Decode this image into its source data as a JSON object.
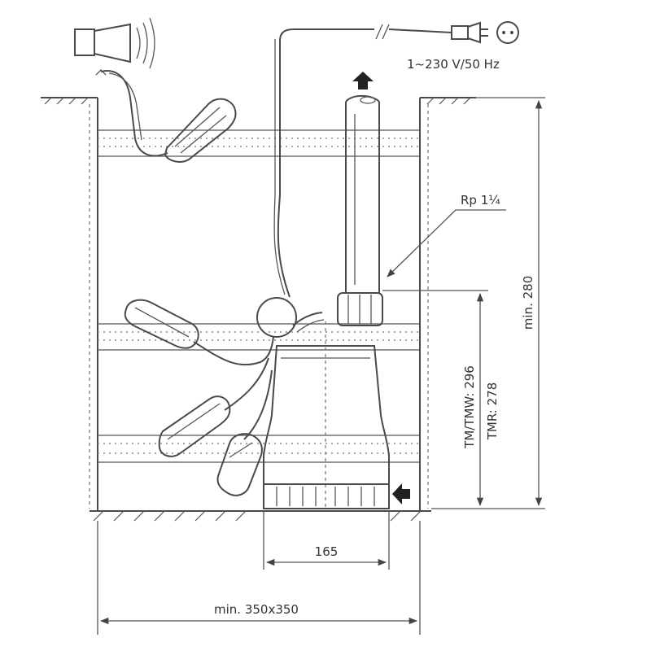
{
  "labels": {
    "power": "1~230 V/50 Hz",
    "thread": "Rp 1¼",
    "height_min": "min. 280",
    "height_tm": "TM/TMW: 296",
    "height_tmr": "TMR: 278",
    "width_pump": "165",
    "width_pit": "min. 350x350"
  }
}
